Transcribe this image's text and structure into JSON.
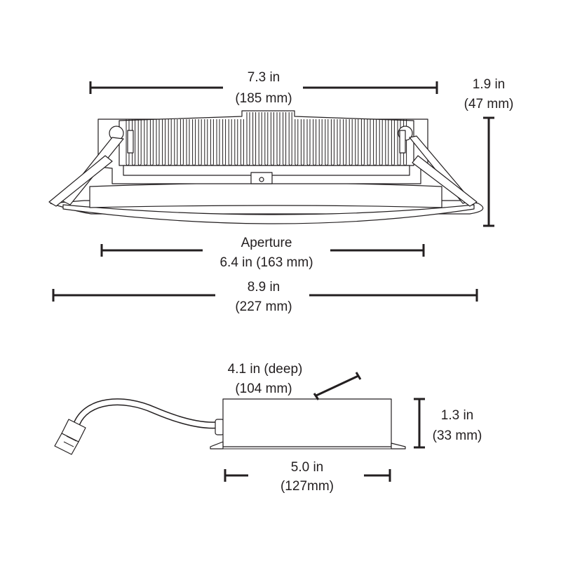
{
  "top_view": {
    "width_in": "7.3 in",
    "width_mm": "(185 mm)",
    "height_in": "1.9 in",
    "height_mm": "(47 mm)",
    "aperture_label": "Aperture",
    "aperture_value": "6.4 in (163 mm)",
    "overall_in": "8.9 in",
    "overall_mm": "(227 mm)"
  },
  "driver_box": {
    "depth_in": "4.1 in (deep)",
    "depth_mm": "(104 mm)",
    "height_in": "1.3 in",
    "height_mm": "(33 mm)",
    "width_in": "5.0 in",
    "width_mm": "(127mm)"
  }
}
